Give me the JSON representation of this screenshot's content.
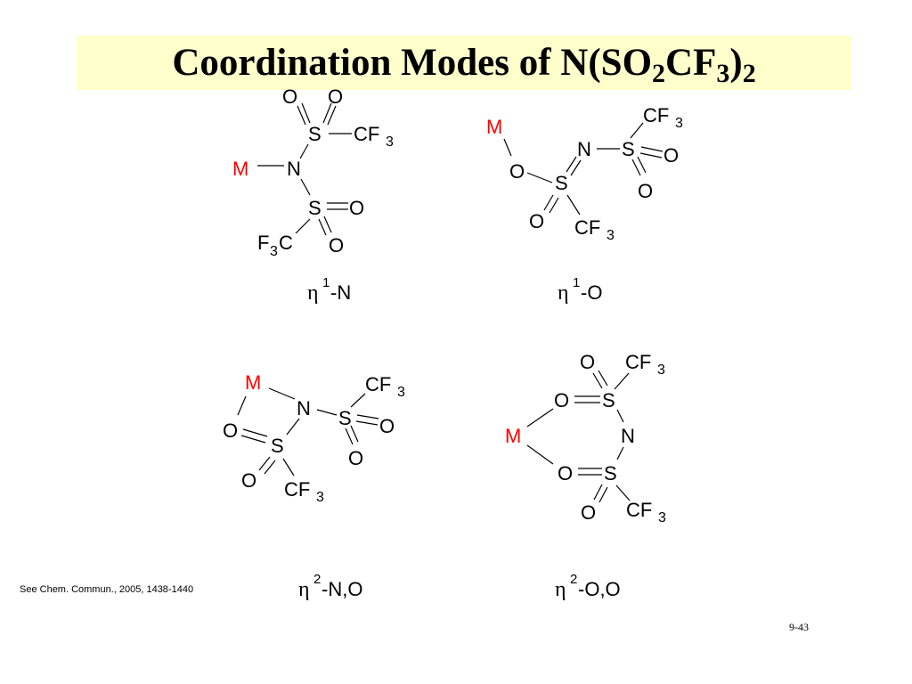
{
  "slide": {
    "title_main": "Coordination Modes of N(SO",
    "title_sub1": "2",
    "title_mid": "CF",
    "title_sub2": "3",
    "title_close": ")",
    "title_sub3": "2",
    "footnote": "See Chem. Commun., 2005, 1438-1440",
    "page_number": "9-43"
  },
  "atoms": {
    "metal": "M",
    "nitrogen": "N",
    "oxygen": "O",
    "sulfur": "S",
    "carbon": "C",
    "fluorine": "F",
    "cf": "CF",
    "sub3": "3"
  },
  "modes": {
    "eta1_n": {
      "eta": "η",
      "hapticity": "1",
      "donors": "-N"
    },
    "eta1_o": {
      "eta": "η",
      "hapticity": "1",
      "donors": "-O"
    },
    "eta2_no": {
      "eta": "η",
      "hapticity": "2",
      "donors": "-N,O"
    },
    "eta2_oo": {
      "eta": "η",
      "hapticity": "2",
      "donors": "-O,O"
    }
  },
  "colors": {
    "title_band": "#ffffcc",
    "metal": "#ff0000",
    "text": "#000000"
  }
}
